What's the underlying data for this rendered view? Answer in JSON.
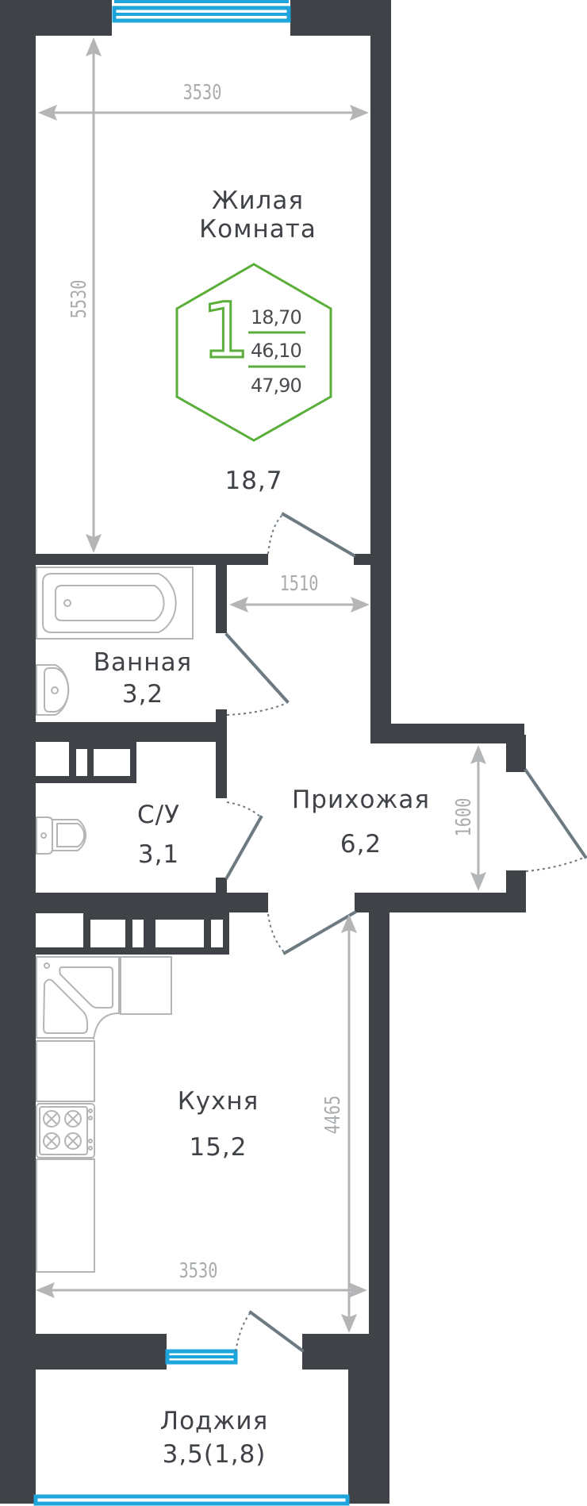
{
  "apartment": {
    "rooms_count": "1",
    "areas": {
      "living": "18,70",
      "total_without_loggia": "46,10",
      "total_with_loggia": "47,90"
    },
    "accent_color": "#5aae3a",
    "wall_color": "#3f4247",
    "window_color": "#1ea5dc",
    "dimension_color": "#b3b5b7"
  },
  "rooms": [
    {
      "name": "Жилая Комната",
      "line1": "Жилая",
      "line2": "Комната",
      "area": "18,7"
    },
    {
      "name": "Ванная",
      "area": "3,2"
    },
    {
      "name": "С/У",
      "area": "3,1"
    },
    {
      "name": "Прихожая",
      "area": "6,2"
    },
    {
      "name": "Кухня",
      "area": "15,2"
    },
    {
      "name": "Лоджия",
      "area": "3,5(1,8)"
    }
  ],
  "dimensions": {
    "room_width": "3530",
    "room_length": "5530",
    "hall_width": "1510",
    "entrance_width": "1600",
    "kitchen_length": "4465",
    "kitchen_width": "3530"
  }
}
